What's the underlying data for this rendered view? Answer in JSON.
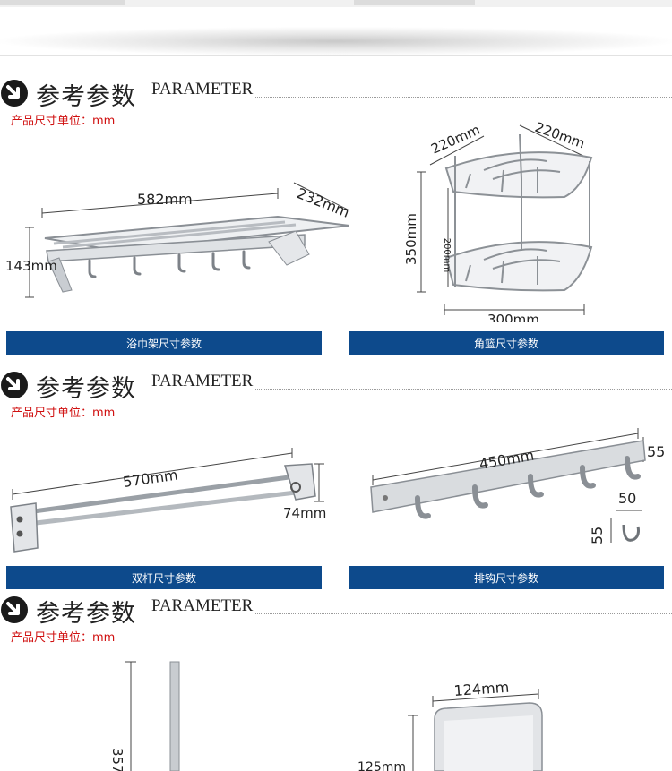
{
  "unit_label": "产品尺寸单位：mm",
  "section_title_cn": "参考参数",
  "section_title_en": "PARAMETER",
  "sections": [
    {
      "products": [
        {
          "name": "浴巾架尺寸参数",
          "dims": {
            "length": "582mm",
            "depth": "232mm",
            "height": "143mm"
          }
        },
        {
          "name": "角篮尺寸参数",
          "dims": {
            "side_a": "220mm",
            "side_b": "220mm",
            "height": "350mm",
            "gap": "200mm",
            "width": "300mm"
          }
        }
      ]
    },
    {
      "products": [
        {
          "name": "双杆尺寸参数",
          "dims": {
            "length": "570mm",
            "depth": "74mm"
          }
        },
        {
          "name": "排钩尺寸参数",
          "dims": {
            "length": "450mm",
            "height": "55",
            "hook_w": "50",
            "hook_h": "55"
          }
        }
      ]
    },
    {
      "products": [
        {
          "dims": {
            "height": "357"
          }
        },
        {
          "dims": {
            "width": "124mm",
            "height": "125mm"
          }
        }
      ]
    }
  ],
  "colors": {
    "caption_bg": "#0d4a8c",
    "unit_text": "#d01010"
  }
}
